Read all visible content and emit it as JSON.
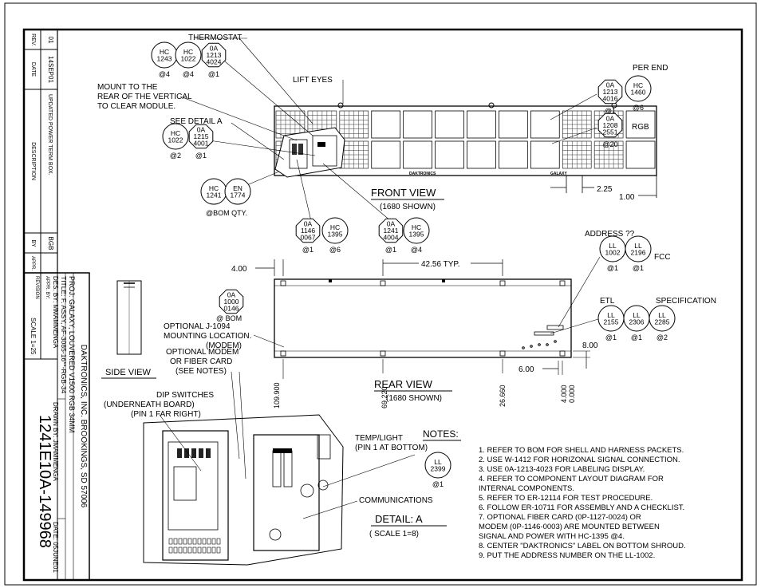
{
  "revision_block": {
    "headers": {
      "rev": "REV.",
      "date": "DATE",
      "description": "DESCRIPTION",
      "by": "BY",
      "appr": "APPR."
    },
    "row": {
      "rev": "01",
      "date": "14SEP01",
      "description": "UPDATED POWER TERM BOX.",
      "by": "BGB"
    }
  },
  "title_block": {
    "company": "DAKTRONICS, INC.  BROOKINGS, SD 57006",
    "proj": "PROJ: GALAXY, LOUVERED V1500 RGB 34MM",
    "title": "TITLE: F. ASSY, AF-3085-16**-RGB-34",
    "des_by": "DES. BY: MMAMMENGA",
    "drawn_by": "DRAWN BY: JMAMMENGA",
    "date": "DATE: 05JUNE01",
    "revision_label": "REVISION",
    "appr_by": "APPR. BY:",
    "scale": "SCALE  1=25",
    "drawing_number": "1241E10A-149968"
  },
  "front_view": {
    "title": "FRONT VIEW",
    "subtitle": "(1680 SHOWN)",
    "callouts": {
      "thermostat": "THERMOSTAT",
      "lift_eyes": "LIFT EYES",
      "mount_note": [
        "MOUNT TO THE",
        "REAR OF THE VERTICAL",
        "TO CLEAR MODULE."
      ],
      "see_detail": "SEE DETAIL A",
      "per_end": "PER END",
      "rgb": "RGB",
      "bom_qty": "@BOM QTY."
    },
    "labels": {
      "daktronics": "DAKTRONICS",
      "galaxy": "GALAXY"
    },
    "dims": {
      "d1": "2.25",
      "d2": "1.00"
    }
  },
  "rear_view": {
    "title": "REAR VIEW",
    "subtitle": "(1680 SHOWN)",
    "dims": {
      "left": "4.00",
      "typ": "42.56 TYP.",
      "h1": "109.900",
      "h2": "69.220",
      "h3": "26.660",
      "h4": "4.000",
      "h5": "0.000",
      "r1": "6.00",
      "r2": "8.00"
    },
    "callouts": {
      "address": "ADDRESS ??",
      "fcc": "FCC",
      "etl": "ETL",
      "specification": "SPECIFICATION",
      "optional_j": [
        "OPTIONAL J-1094",
        "MOUNTING LOCATION.",
        "(MODEM)"
      ],
      "bom": "@ BOM"
    }
  },
  "side_view": {
    "title": "SIDE VIEW"
  },
  "detail_a": {
    "title": "DETAIL: A",
    "scale": "( SCALE  1=8)",
    "callouts": {
      "optional_modem": [
        "OPTIONAL MODEM",
        "OR FIBER CARD",
        "(SEE NOTES)"
      ],
      "dip": [
        "DIP SWITCHES",
        "(UNDERNEATH BOARD)",
        "(PIN 1 FAR RIGHT)"
      ],
      "temp": [
        "TEMP/LIGHT",
        "(PIN 1 AT BOTTOM)"
      ],
      "communications": "COMMUNICATIONS"
    }
  },
  "notes": {
    "title": "NOTES:",
    "items": [
      "1.  REFER TO BOM FOR SHELL AND HARNESS PACKETS.",
      "2.  USE W-1412 FOR HORIZONAL SIGNAL CONNECTION.",
      "3.  USE 0A-1213-4023 FOR LABELING DISPLAY.",
      "4.  REFER TO COMPONENT LAYOUT DIAGRAM FOR",
      "     INTERNAL COMPONENTS.",
      "5.  REFER TO ER-12114 FOR TEST PROCEDURE.",
      "6.  FOLLOW ER-10711 FOR ASSEMBLY AND A CHECKLIST.",
      "7.  OPTIONAL FIBER CARD (0P-1127-0024) OR",
      "     MODEM (0P-1146-0003) ARE MOUNTED BETWEEN",
      "     SIGNAL AND POWER WITH HC-1395 @4.",
      "8.  CENTER \"DAKTRONICS\" LABEL ON BOTTOM SHROUD.",
      "9.  PUT THE ADDRESS NUMBER ON THE LL-1002."
    ]
  },
  "bubbles": [
    {
      "lines": [
        "HC",
        "1243"
      ],
      "qty": "@4"
    },
    {
      "lines": [
        "HC",
        "1022"
      ],
      "qty": "@4"
    },
    {
      "lines": [
        "0A",
        "1213",
        "4024"
      ],
      "qty": "@1"
    },
    {
      "lines": [
        "HC",
        "1022"
      ],
      "qty": "@2"
    },
    {
      "lines": [
        "0A",
        "1215",
        "4001"
      ],
      "qty": "@1"
    },
    {
      "lines": [
        "HC",
        "1241"
      ],
      "qty": ""
    },
    {
      "lines": [
        "EN",
        "1774"
      ],
      "qty": ""
    },
    {
      "lines": [
        "0A",
        "1146",
        "0067"
      ],
      "qty": "@1"
    },
    {
      "lines": [
        "HC",
        "1395"
      ],
      "qty": "@6"
    },
    {
      "lines": [
        "0A",
        "1241",
        "4004"
      ],
      "qty": "@1"
    },
    {
      "lines": [
        "HC",
        "1395"
      ],
      "qty": "@4"
    },
    {
      "lines": [
        "0A",
        "1213",
        "4016"
      ],
      "qty": "@1"
    },
    {
      "lines": [
        "HC",
        "1460"
      ],
      "qty": "@6"
    },
    {
      "lines": [
        "0A",
        "1208",
        "2551"
      ],
      "qty": "@20"
    },
    {
      "lines": [
        "LL",
        "1002"
      ],
      "qty": "@1"
    },
    {
      "lines": [
        "LL",
        "2196"
      ],
      "qty": "@1"
    },
    {
      "lines": [
        "0A",
        "1000",
        "0146"
      ],
      "qty": ""
    },
    {
      "lines": [
        "LL",
        "2155"
      ],
      "qty": "@1"
    },
    {
      "lines": [
        "LL",
        "2306"
      ],
      "qty": "@1"
    },
    {
      "lines": [
        "LL",
        "2285"
      ],
      "qty": "@2"
    },
    {
      "lines": [
        "LL",
        "2399"
      ],
      "qty": "@1"
    }
  ]
}
